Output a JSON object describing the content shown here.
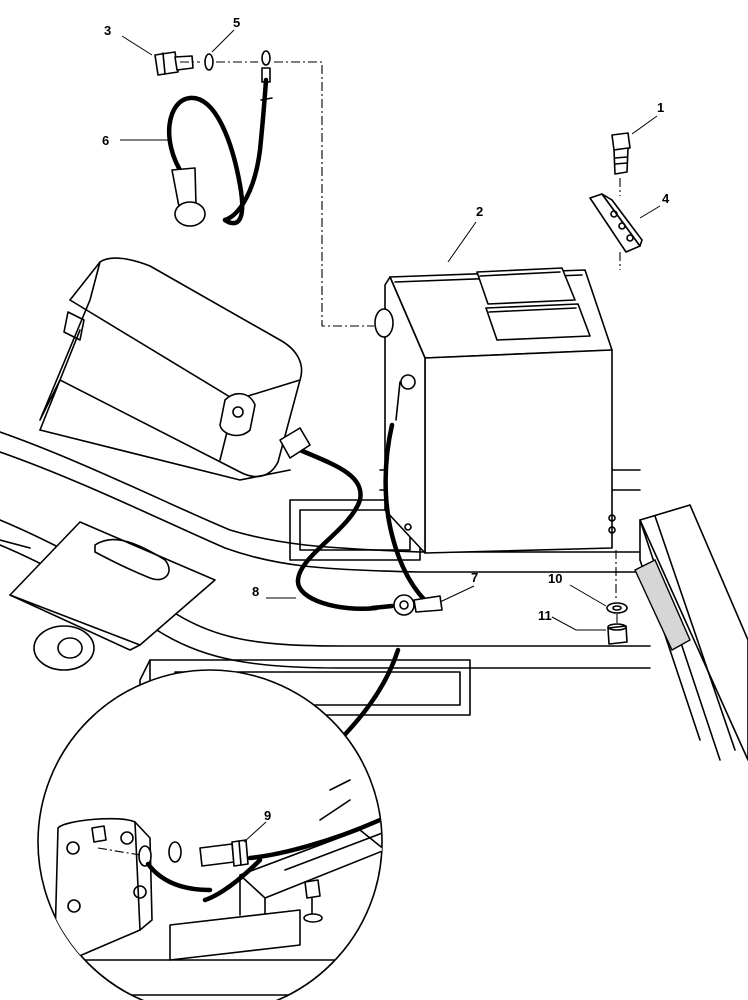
{
  "callouts": {
    "c1": "1",
    "c2": "2",
    "c3": "3",
    "c4": "4",
    "c5": "5",
    "c6": "6",
    "c7": "7",
    "c8": "8",
    "c9": "9",
    "c10": "10",
    "c11": "11"
  },
  "colors": {
    "ink": "#000000",
    "paper": "#ffffff",
    "shade": "#d6d6d6"
  }
}
